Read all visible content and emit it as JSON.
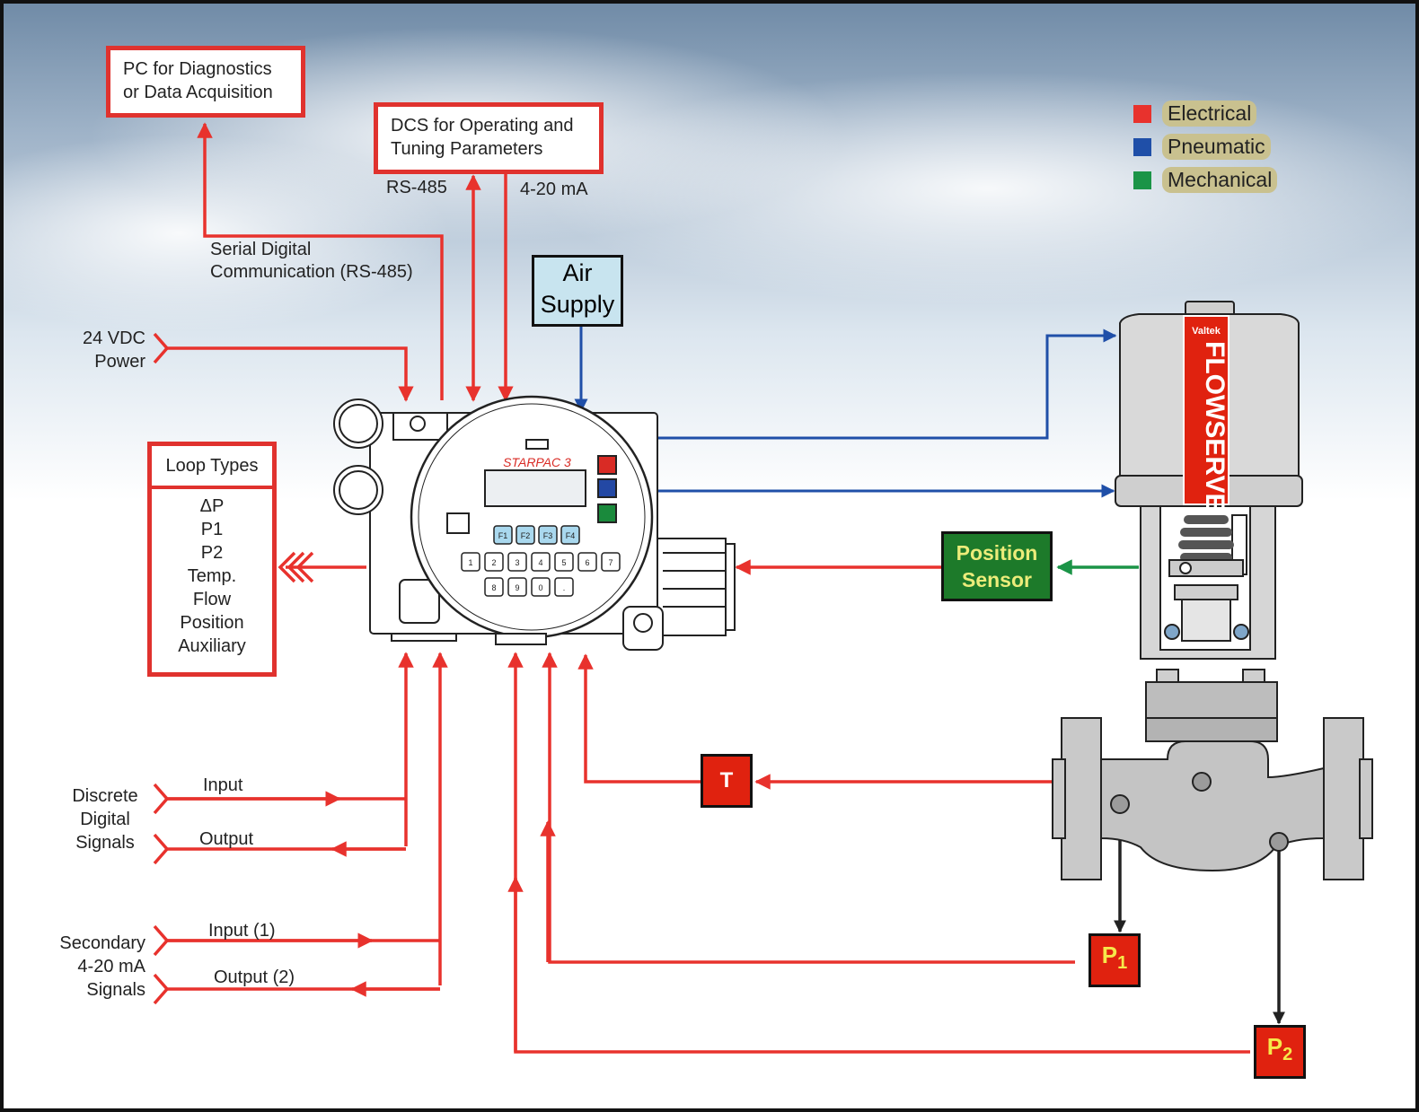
{
  "colors": {
    "electrical": "#e8322d",
    "pneumatic": "#1f4fa8",
    "mechanical": "#1b9447",
    "sky_top": "#6f8aa6",
    "sensor_red": "#e0220f",
    "position_green": "#1d7a2a"
  },
  "boxes": {
    "pc": [
      "PC for Diagnostics",
      "or Data Acquisition"
    ],
    "dcs": [
      "DCS for Operating and",
      "Tuning Parameters"
    ],
    "loop_types_title": "Loop Types",
    "loop_types": [
      "ΔP",
      "P1",
      "P2",
      "Temp.",
      "Flow",
      "Position",
      "Auxiliary"
    ]
  },
  "labels": {
    "rs485": "RS-485",
    "ma": "4-20 mA",
    "serial": [
      "Serial Digital",
      "Communication (RS-485)"
    ],
    "power": [
      "24 VDC",
      "Power"
    ],
    "air_supply": [
      "Air",
      "Supply"
    ],
    "discrete": [
      "Discrete",
      "Digital",
      "Signals"
    ],
    "discrete_input": "Input",
    "discrete_output": "Output",
    "secondary": [
      "Secondary",
      "4-20 mA",
      "Signals"
    ],
    "secondary_input": "Input (1)",
    "secondary_output": "Output (2)"
  },
  "legend": [
    {
      "label": "Electrical",
      "color": "#e8322d"
    },
    {
      "label": "Pneumatic",
      "color": "#1f4fa8"
    },
    {
      "label": "Mechanical",
      "color": "#1b9447"
    }
  ],
  "sensors": {
    "position": [
      "Position",
      "Sensor"
    ],
    "t": "T",
    "p1": "P",
    "p1_sub": "1",
    "p2": "P",
    "p2_sub": "2"
  },
  "device": {
    "brand": "STARPAC 3",
    "fkeys": [
      "F1",
      "F2",
      "F3",
      "F4"
    ],
    "keys_row1": [
      "1",
      "2",
      "3",
      "4",
      "5",
      "6",
      "7"
    ],
    "keys_row2": [
      "8",
      "9",
      "0",
      "."
    ]
  },
  "actuator": {
    "brand": "FLOWSERVE",
    "sub_brand": "Valtek"
  }
}
